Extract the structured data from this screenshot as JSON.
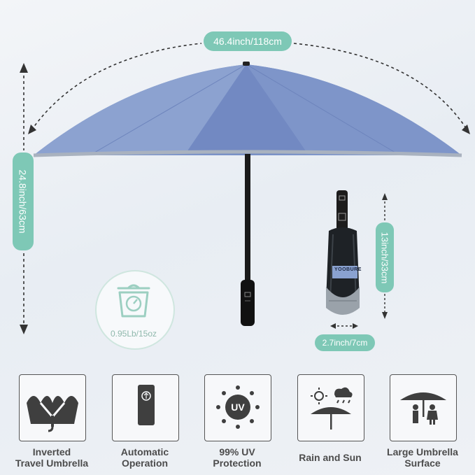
{
  "dimensions": {
    "width_label": "46.4inch/118cm",
    "height_label": "24.8inch/63cm",
    "folded_length_label": "13inch/33cm",
    "folded_diameter_label": "2.7inch/7cm",
    "weight_label": "0.95Lb/15oz"
  },
  "folded_umbrella": {
    "brand_text": "YOOBURE"
  },
  "features": [
    {
      "icon": "inverted-umbrella-icon",
      "label": "Inverted\nTravel Umbrella"
    },
    {
      "icon": "remote-button-icon",
      "label": "Automatic\nOperation"
    },
    {
      "icon": "uv-sun-icon",
      "label": "99% UV\nProtection",
      "icon_text": "UV"
    },
    {
      "icon": "rain-and-sun-icon",
      "label": "Rain and Sun"
    },
    {
      "icon": "large-umbrella-people-icon",
      "label": "Large Umbrella\nSurface"
    }
  ],
  "colors": {
    "canopy": "#7f97c9",
    "accent": "#7ec8b6",
    "handle": "#111111"
  }
}
